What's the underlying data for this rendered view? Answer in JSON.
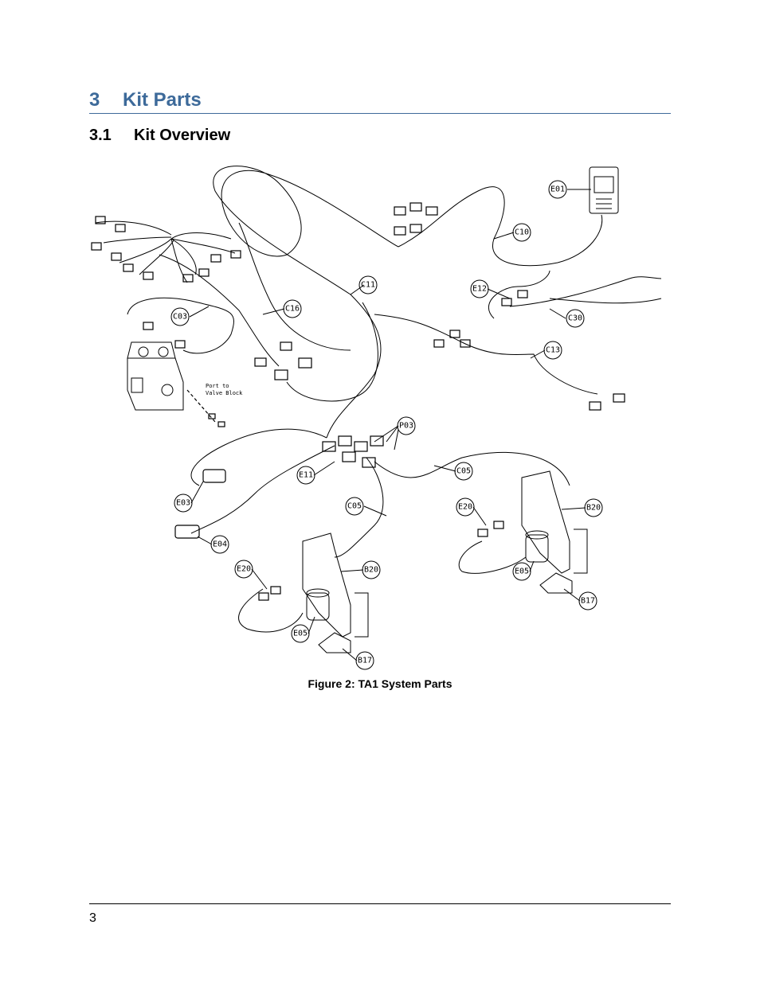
{
  "section": {
    "number": "3",
    "title": "Kit Parts"
  },
  "subsection": {
    "number": "3.1",
    "title": "Kit Overview"
  },
  "figure": {
    "caption": "Figure 2: TA1 System Parts",
    "note_line1": "Port to",
    "note_line2": "Valve Block",
    "callouts": {
      "e01": "E01",
      "c10": "C10",
      "c11": "C11",
      "c16": "C16",
      "c03": "C03",
      "e12": "E12",
      "c30": "C30",
      "c13": "C13",
      "p03": "P03",
      "e11": "E11",
      "c05a": "C05",
      "c05b": "C05",
      "e03": "E03",
      "e04": "E04",
      "e20a": "E20",
      "b20a": "B20",
      "e05a": "E05",
      "b17a": "B17",
      "e20b": "E20",
      "b20b": "B20",
      "e05b": "E05",
      "b17b": "B17"
    }
  },
  "footer": {
    "page_number": "3"
  }
}
